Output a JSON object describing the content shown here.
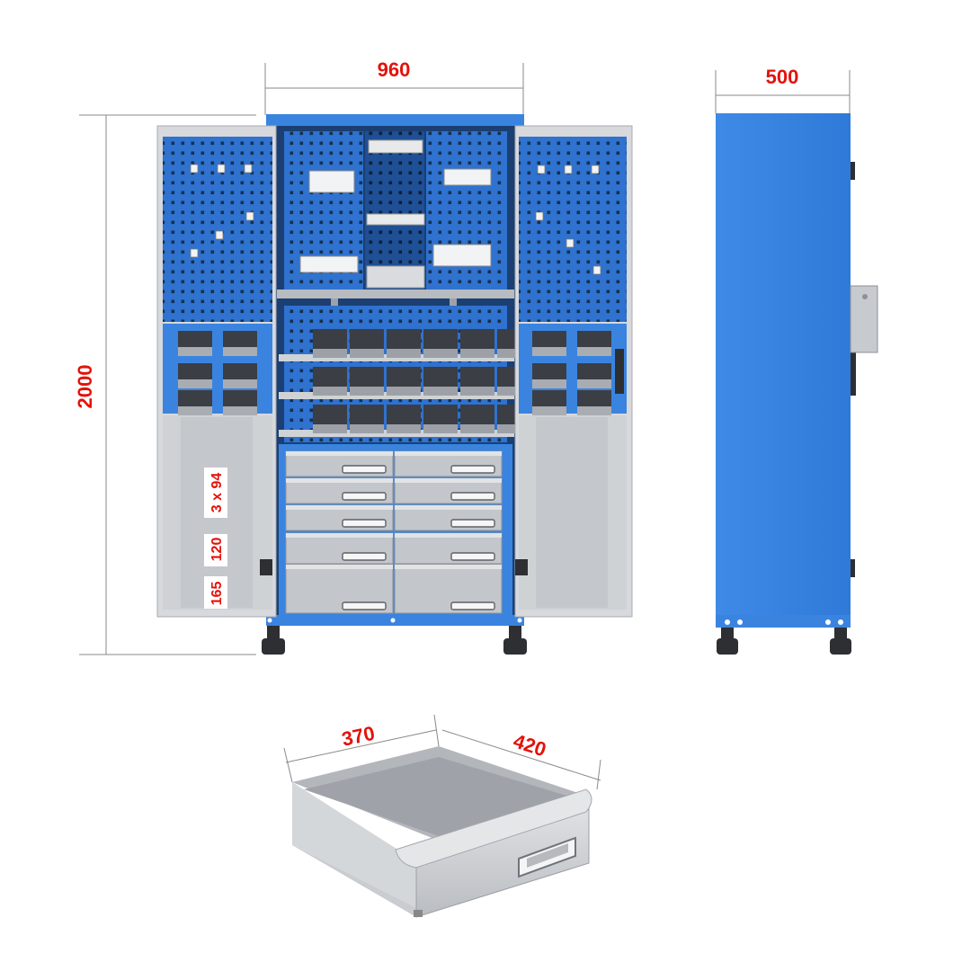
{
  "dimensions": {
    "width": "960",
    "depth": "500",
    "height": "2000",
    "drawer_row_a": "3 x 94",
    "drawer_row_b": "120",
    "drawer_row_c": "165",
    "drawer_width": "370",
    "drawer_depth": "420"
  },
  "colors": {
    "dimension_text": "#e3120b",
    "cabinet_blue": "#3a84e0",
    "pegboard_blue": "#2f72cf",
    "steel_grey": "#c9ccd0",
    "dark_grey": "#44474d",
    "dimension_line": "#8a8a8a"
  }
}
